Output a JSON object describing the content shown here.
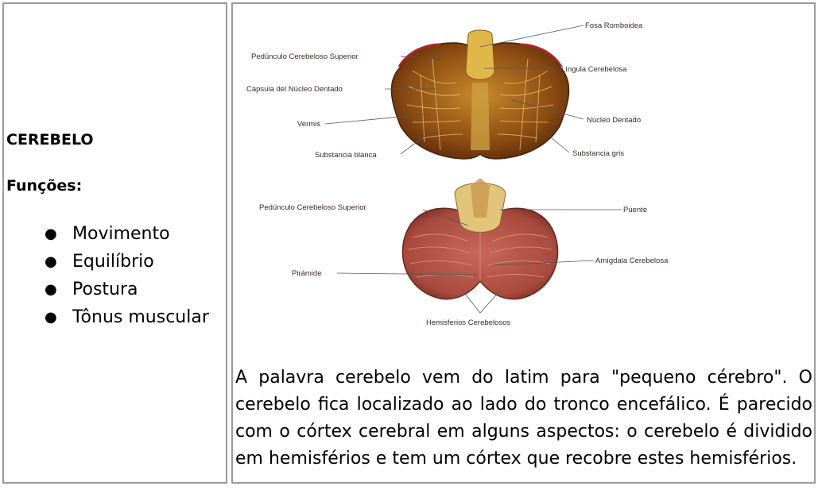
{
  "left": {
    "title": "CEREBELO",
    "subtitle": "Funções:",
    "functions": [
      "Movimento",
      "Equilíbrio",
      "Postura",
      "Tônus muscular"
    ]
  },
  "figure": {
    "top_labels": {
      "fosa": "Fosa Romboidea",
      "pedunculo_sup": "Pedúnculo Cerebeloso Superior",
      "lingula": "Língula Cerebelosa",
      "capsula": "Cápsula del Núcleo Dentado",
      "nucleo": "Núcleo Dentado",
      "vermis": "Vermis",
      "blanca": "Substancia blanca",
      "gris": "Substancia gris"
    },
    "bottom_labels": {
      "pedunculo_sup": "Pedúnculo Cerebeloso Superior",
      "puente": "Puente",
      "amigdala": "Amígdala Cerebelosa",
      "piramide": "Pirámide",
      "hemisferios": "Hemisferios Cerebelosos"
    }
  },
  "paragraph": "A palavra cerebelo vem do latim para \"pequeno cérebro\". O cerebelo fica localizado ao lado do tronco encefálico. É parecido com o córtex cerebral em alguns aspectos: o cerebelo é dividido em hemisférios e tem um córtex que recobre estes hemisférios.",
  "colors": {
    "border": "#9a9a9a",
    "top_tissue": "#8a4a12",
    "top_highlight": "#e0b84a",
    "bottom_tissue": "#b8564a",
    "bottom_stem": "#e2c47a"
  }
}
